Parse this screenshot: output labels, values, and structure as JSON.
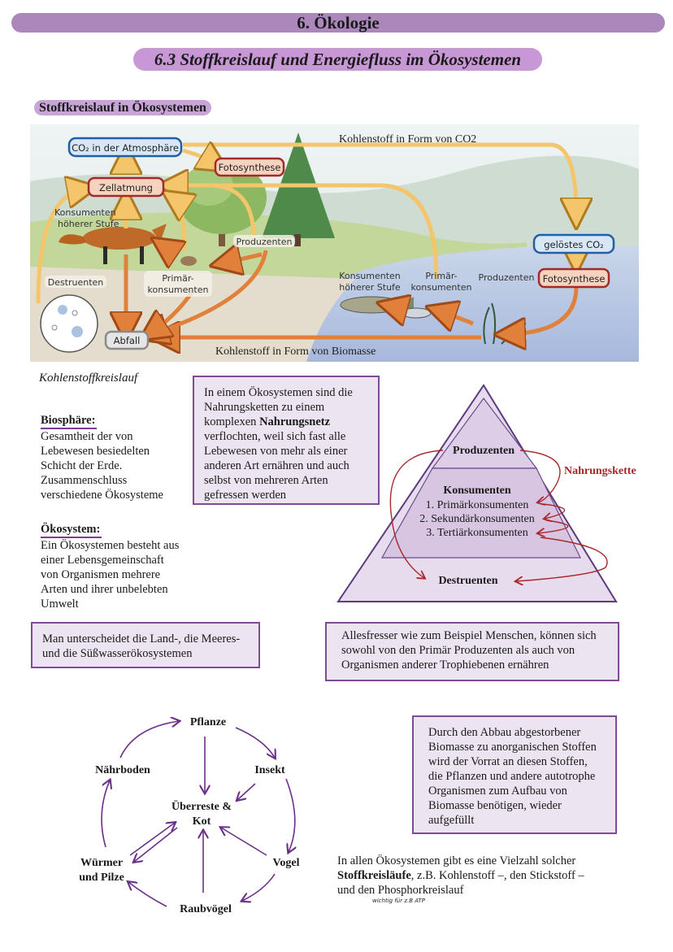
{
  "header": {
    "chapter_title": "6. Ökologie",
    "section_title": "6.3 Stoffkreislauf und Energiefluss im Ökosystemen",
    "subsection_label": "Stoffkreislauf in Ökosystemen"
  },
  "colors": {
    "banner": "#ab87bb",
    "subbanner": "#c797d6",
    "section_pill": "#c8a5d6",
    "box_fill": "#ece5f1",
    "box_border": "#7e4b96",
    "arrow_red": "#a8282c",
    "arrow_purple": "#6a2f8a"
  },
  "carbon_cycle_diagram": {
    "top_flow_label": "Kohlenstoff in Form von CO2",
    "bottom_flow_label": "Kohlenstoff in Form von Biomasse",
    "boxes": {
      "co2_atmosphere": "CO₂ in der Atmosphäre",
      "fotosynthese_land": "Fotosynthese",
      "zellatmung": "Zellatmung",
      "geloestes_co2": "gelöstes CO₂",
      "fotosynthese_water": "Fotosynthese",
      "abfall": "Abfall"
    },
    "labels": {
      "konsumenten_hoeherer_stufe_land": [
        "Konsumenten",
        "höherer Stufe"
      ],
      "produzenten_land": "Produzenten",
      "destruenten": "Destruenten",
      "primaerkonsumenten_land": [
        "Primär-",
        "konsumenten"
      ],
      "konsumenten_hoeherer_stufe_water": [
        "Konsumenten",
        "höherer Stufe"
      ],
      "primaerkonsumenten_water": [
        "Primär-",
        "konsumenten"
      ],
      "produzenten_water": "Produzenten"
    }
  },
  "caption": "Kohlenstoffkreislauf",
  "definitions": {
    "biosphaere": {
      "heading": "Biosphäre:",
      "lines": [
        "Gesamtheit der von",
        "Lebewesen besiedelten",
        "Schicht der Erde.",
        "Zusammenschluss",
        "verschiedene Ökosysteme"
      ]
    },
    "oekosystem": {
      "heading": "Ökosystem:",
      "lines": [
        "Ein Ökosystemen besteht aus",
        "einer Lebensgemeinschaft",
        "von Organismen mehrere",
        "Arten und ihrer unbelebten",
        "Umwelt"
      ]
    }
  },
  "boxes": {
    "nahrungsnetz": {
      "line1": "In einem Ökosystemen sind die",
      "line2": "Nahrungsketten zu einem",
      "line3_pre": "komplexen ",
      "line3_bold": "Nahrungsnetz",
      "line4": "verflochten, weil sich fast alle",
      "line5": "Lebewesen von mehr als einer",
      "line6": "anderen Art ernähren und auch",
      "line7": "selbst von mehreren Arten",
      "line8": "gefressen werden"
    },
    "oekosystem_types": {
      "line1": "Man unterscheidet die Land-, die Meeres-",
      "line2": "und die Süßwasserökosystemen"
    },
    "allesfresser": {
      "line1": "Allesfresser wie zum Beispiel Menschen, können sich",
      "line2": "sowohl von den Primär Produzenten als auch von",
      "line3": "Organismen anderer Trophiebenen ernähren"
    },
    "abbau": {
      "lines": [
        "Durch den Abbau abgestorbener",
        "Biomasse zu anorganischen Stoffen",
        "wird der Vorrat an diesen Stoffen,",
        "die Pflanzen und andere autotrophe",
        "Organismen zum Aufbau von",
        "Biomasse benötigen, wieder",
        "aufgefüllt"
      ]
    }
  },
  "pyramid": {
    "level_top": "Produzenten",
    "level_middle_heading": "Konsumenten",
    "level_middle_items": [
      "1. Primärkonsumenten",
      "2. Sekundärkonsumenten",
      "3. Tertiärkonsumenten"
    ],
    "level_bottom": "Destruenten",
    "annotation": "Nahrungskette"
  },
  "cycle_diagram": {
    "nodes": {
      "pflanze": "Pflanze",
      "insekt": "Insekt",
      "vogel": "Vogel",
      "raubvoegel": "Raubvögel",
      "wuermer_line1": "Würmer",
      "wuermer_line2": "und Pilze",
      "naehrboden": "Nährboden",
      "center_line1": "Überreste &",
      "center_line2": "Kot"
    }
  },
  "closing_text": {
    "line1": "In allen Ökosystemen gibt es eine Vielzahl solcher",
    "line2_bold": "Stoffkreisläufe",
    "line2_rest": ", z.B. Kohlenstoff –, den Stickstoff –",
    "line3": "und den Phosphorkreislauf",
    "handwritten_note": "wichtig für z.B ATP"
  }
}
